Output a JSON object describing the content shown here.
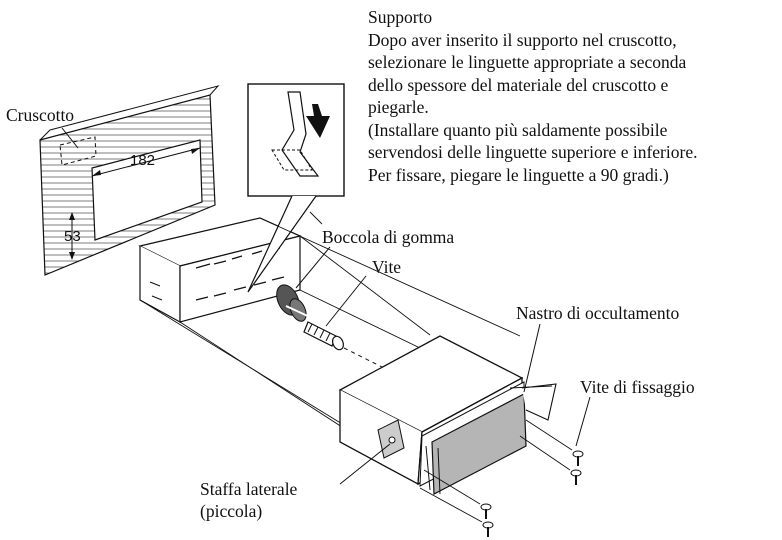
{
  "labels": {
    "supporto_title": "Supporto",
    "supporto_lines": [
      "Dopo aver inserito il supporto nel cruscotto,",
      "selezionare le linguette appropriate a seconda",
      "dello spessore del materiale del cruscotto e",
      "piegarle.",
      "(Installare quanto più saldamente possibile",
      "servendosi delle linguette superiore e inferiore.",
      "Per fissare, piegare le linguette a 90 gradi.)"
    ],
    "cruscotto": "Cruscotto",
    "dim_width": "182",
    "dim_height": "53",
    "boccola": "Boccola di gomma",
    "vite": "Vite",
    "nastro": "Nastro di occultamento",
    "vite_fissaggio": "Vite di fissaggio",
    "staffa_line1": "Staffa laterale",
    "staffa_line2": "(piccola)"
  }
}
